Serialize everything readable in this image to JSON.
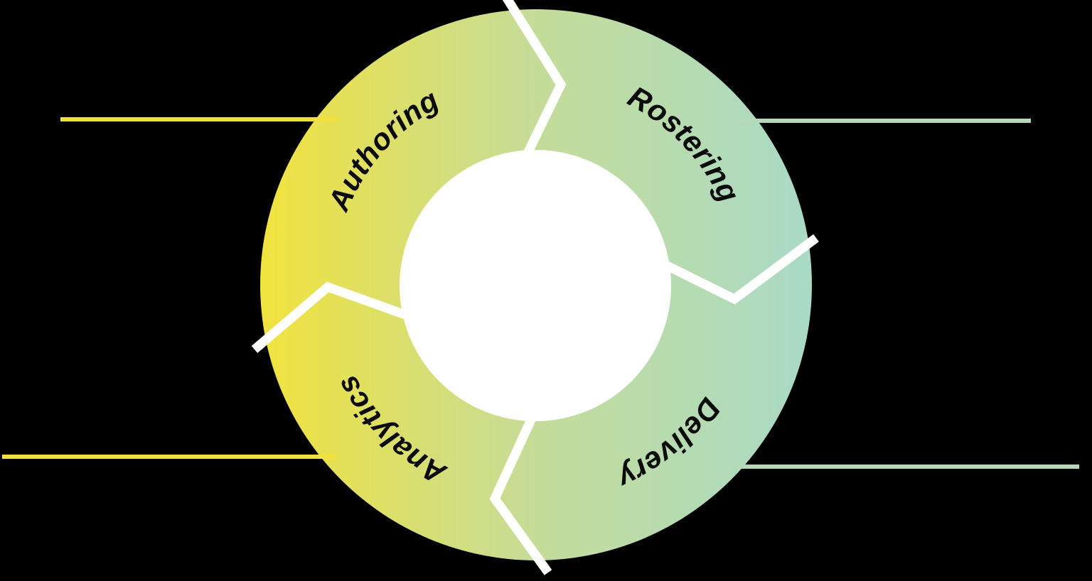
{
  "canvas": {
    "background": "#000000"
  },
  "cycle": {
    "inner_circle_color": "#ffffff",
    "divider_color": "#ffffff",
    "label_color": "#0b0b0b",
    "ring_gradient": {
      "left": "#F1E23E",
      "middle": "#C5DC99",
      "right": "#A9DAC6"
    },
    "segments": [
      {
        "id": "authoring",
        "label": "Authoring"
      },
      {
        "id": "rostering",
        "label": "Rostering"
      },
      {
        "id": "delivery",
        "label": "Delivery"
      },
      {
        "id": "analytics",
        "label": "Analytics"
      }
    ]
  },
  "callout_lines": [
    {
      "id": "authoring-callout",
      "side": "top-left",
      "color": "#F0E13C"
    },
    {
      "id": "rostering-callout",
      "side": "top-right",
      "color": "#B6DAB9"
    },
    {
      "id": "analytics-callout",
      "side": "bottom-left",
      "color": "#F0E13C"
    },
    {
      "id": "delivery-callout",
      "side": "bottom-right",
      "color": "#B6DAB9"
    }
  ]
}
